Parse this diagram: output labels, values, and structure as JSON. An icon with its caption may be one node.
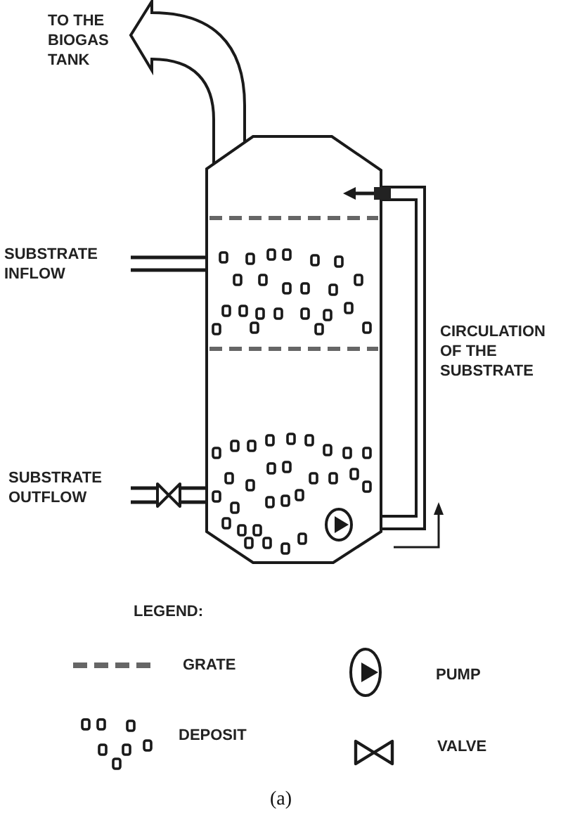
{
  "diagram": {
    "caption": "(a)",
    "labels": [
      "TO THE BIOGAS TANK",
      "SUBSTRATE INFLOW",
      "CIRCULATION OF THE SUBSTRATE",
      "SUBSTRATE OUTFLOW",
      "LEGEND:"
    ],
    "legend": [
      {
        "text": "GRATE"
      },
      {
        "text": "DEPOSIT"
      },
      {
        "text": "PUMP"
      },
      {
        "text": "VALVE"
      }
    ]
  }
}
